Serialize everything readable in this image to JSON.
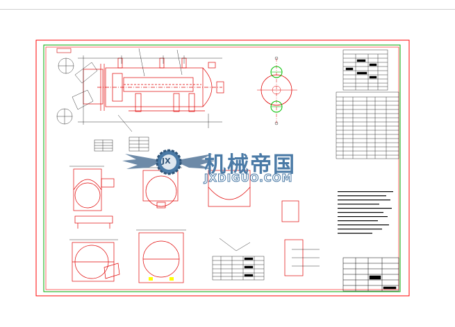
{
  "watermark": {
    "brand_cn": "机械帝国",
    "brand_en": "JXDIGUO.COM",
    "logo_letters": "JX"
  },
  "colors": {
    "outer_border": "#ff0000",
    "inner_border": "#00aa00",
    "drawing_lines": "#e00000",
    "dimension_lines": "#000000",
    "highlight_green": "#00c000",
    "highlight_yellow": "#ffff00",
    "watermark_blue": "#4a7aa6",
    "watermark_steel": "#6d8aa8"
  }
}
